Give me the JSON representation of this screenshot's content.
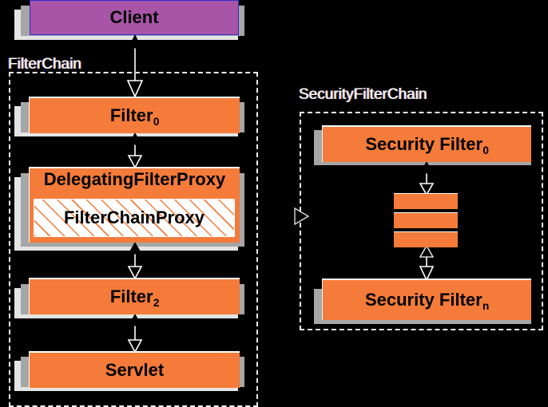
{
  "diagram": {
    "title": "Spring Security FilterChain / SecurityFilterChain",
    "background": "#000000",
    "colors": {
      "filter_box": "#f47b39",
      "client_box": "#a855a8",
      "client_border": "#2b2bd0",
      "shadow_dark": "#a6a6a6",
      "shadow_light": "#e4e4e4",
      "group_border": "#f0f0f0",
      "group_label_text": "#ffffff",
      "hatch_fill": "#ffffff",
      "hatch_stripe": "#f47b39",
      "text": "#000000"
    }
  },
  "groups": {
    "filter_chain": {
      "label": "FilterChain"
    },
    "security_filter_chain": {
      "label": "SecurityFilterChain"
    }
  },
  "left_column": {
    "client": {
      "label": "Client",
      "sub": ""
    },
    "filter0": {
      "label": "Filter",
      "sub": "0"
    },
    "delegating_filter_proxy": {
      "label": "DelegatingFilterProxy",
      "sub": ""
    },
    "filter_chain_proxy": {
      "label": "FilterChainProxy",
      "sub": ""
    },
    "filter2": {
      "label": "Filter",
      "sub": "2"
    },
    "servlet": {
      "label": "Servlet",
      "sub": ""
    }
  },
  "right_column": {
    "security_filter0": {
      "label": "Security Filter",
      "sub": "0"
    },
    "ellipsis_bars": 3,
    "security_filtern": {
      "label": "Security Filter",
      "sub": "n"
    }
  },
  "connectors": [
    {
      "name": "client-to-filter0",
      "from": "Client",
      "to": "Filter 0",
      "style": "double-headed"
    },
    {
      "name": "filter0-to-delegatingfilterproxy",
      "from": "Filter 0",
      "to": "DelegatingFilterProxy",
      "style": "double-headed"
    },
    {
      "name": "filterchainproxy-to-filter2",
      "from": "FilterChainProxy",
      "to": "Filter 2",
      "style": "double-headed"
    },
    {
      "name": "filter2-to-servlet",
      "from": "Filter 2",
      "to": "Servlet",
      "style": "double-headed"
    },
    {
      "name": "securityfilter0-to-ellipsis",
      "from": "Security Filter 0",
      "to": "ellipsis",
      "style": "double-headed"
    },
    {
      "name": "ellipsis-to-securityfiltern",
      "from": "ellipsis",
      "to": "Security Filter n",
      "style": "double-headed"
    },
    {
      "name": "filterchainproxy-to-securityfilterchain",
      "from": "FilterChainProxy",
      "to": "SecurityFilterChain",
      "style": "single-arrow"
    }
  ]
}
